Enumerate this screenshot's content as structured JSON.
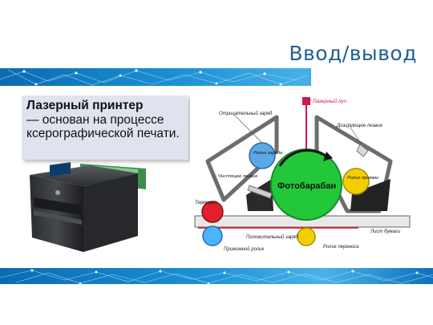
{
  "slide": {
    "title": "Ввод/вывод",
    "textbox": {
      "heading": "Лазерный принтер",
      "body": "— основан на процессе ксерографической печати."
    }
  },
  "diagram": {
    "laser_beam": "Лазерный луч",
    "negative_charge": "Отрицательный заряд",
    "dosing_blade": "Дозирующее лезвие",
    "charge_roller": "Ролик заряда",
    "cleaning_blade": "Чистящее лезвие",
    "drum": "Фотобарабан",
    "developer_roller": "Ролик проявки",
    "fuser": "Термовал",
    "paper_sheet": "Лист бумаги",
    "positive_charge": "Положительный заряд",
    "pressure_roller": "Прижимной ролик",
    "transfer_roller": "Ролик переноса"
  },
  "colors": {
    "accent_blue": "#1a8fd4",
    "title_blue": "#1f5e93",
    "drum_green": "#22c83a",
    "charge_roller_blue": "#5aa9e6",
    "developer_roller_yellow": "#f2d000",
    "fuser_red": "#e0202a",
    "laser_red": "#d4144b"
  }
}
